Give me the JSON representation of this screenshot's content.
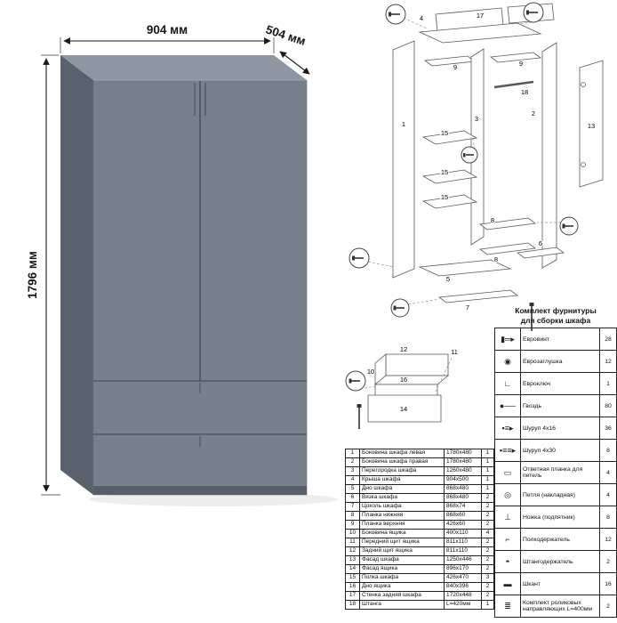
{
  "dimensions": {
    "width": "904 мм",
    "depth": "504 мм",
    "height": "1796 мм"
  },
  "diagram": {
    "labels": [
      "4",
      "17",
      "9",
      "9",
      "18",
      "1",
      "2",
      "3",
      "13",
      "15",
      "15",
      "15",
      "8",
      "8",
      "5",
      "6",
      "7",
      "12",
      "10",
      "16",
      "14",
      "11"
    ]
  },
  "hardware": {
    "title_line1": "Комплект фурнитуры",
    "title_line2": "для сборки шкафа",
    "items": [
      {
        "icon": "confirmat-screw-icon",
        "glyph": "▮═▸",
        "name": "Евровинт",
        "qty": "28"
      },
      {
        "icon": "cap-icon",
        "glyph": "◉",
        "name": "Еврозаглушка",
        "qty": "12"
      },
      {
        "icon": "hex-key-icon",
        "glyph": "∟",
        "name": "Евроключ",
        "qty": "1"
      },
      {
        "icon": "nail-icon",
        "glyph": "●──",
        "name": "Гвоздь",
        "qty": "80"
      },
      {
        "icon": "screw-icon",
        "glyph": "▪≡▸",
        "name": "Шуруп 4x16",
        "qty": "36"
      },
      {
        "icon": "screw-icon",
        "glyph": "▪≡≡▸",
        "name": "Шуруп 4x30",
        "qty": "8"
      },
      {
        "icon": "strike-plate-icon",
        "glyph": "▭",
        "name": "Ответная планка для петель",
        "qty": "4"
      },
      {
        "icon": "hinge-icon",
        "glyph": "◎",
        "name": "Петля (накладная)",
        "qty": "4"
      },
      {
        "icon": "foot-icon",
        "glyph": "⊥",
        "name": "Ножка (подпятник)",
        "qty": "8"
      },
      {
        "icon": "shelf-pin-icon",
        "glyph": "⌐",
        "name": "Полкодержатель",
        "qty": "12"
      },
      {
        "icon": "rod-holder-icon",
        "glyph": "◓",
        "name": "Штангодержатель",
        "qty": "2"
      },
      {
        "icon": "dowel-icon",
        "glyph": "▬",
        "name": "Шкант",
        "qty": "16"
      },
      {
        "icon": "drawer-slides-icon",
        "glyph": "≣",
        "name": "Комплект роликовых направляющих L=400мм",
        "qty": "2"
      }
    ]
  },
  "parts": {
    "rows": [
      {
        "num": "1",
        "name": "Боковина шкафа левая",
        "size": "1780x480",
        "qty": "1"
      },
      {
        "num": "2",
        "name": "Боковина шкафа правая",
        "size": "1780x480",
        "qty": "1"
      },
      {
        "num": "3",
        "name": "Перегородка шкафа",
        "size": "1260x480",
        "qty": "1"
      },
      {
        "num": "4",
        "name": "Крыша шкафа",
        "size": "904x500",
        "qty": "1"
      },
      {
        "num": "5",
        "name": "Дно шкафа",
        "size": "868x480",
        "qty": "1"
      },
      {
        "num": "6",
        "name": "Вязка шкафа",
        "size": "868x480",
        "qty": "2"
      },
      {
        "num": "7",
        "name": "Цоколь шкафа",
        "size": "868x74",
        "qty": "2"
      },
      {
        "num": "8",
        "name": "Планка нижняя",
        "size": "868x60",
        "qty": "2"
      },
      {
        "num": "9",
        "name": "Планка верхняя",
        "size": "426x60",
        "qty": "2"
      },
      {
        "num": "10",
        "name": "Боковина ящика",
        "size": "400x110",
        "qty": "4"
      },
      {
        "num": "11",
        "name": "Передний щит ящика",
        "size": "811x110",
        "qty": "2"
      },
      {
        "num": "12",
        "name": "Задний щит ящика",
        "size": "811x110",
        "qty": "2"
      },
      {
        "num": "13",
        "name": "Фасад шкафа",
        "size": "1250x446",
        "qty": "2"
      },
      {
        "num": "14",
        "name": "Фасад ящика",
        "size": "896x170",
        "qty": "2"
      },
      {
        "num": "15",
        "name": "Полка шкафа",
        "size": "426x470",
        "qty": "3"
      },
      {
        "num": "16",
        "name": "Дно ящика",
        "size": "840x396",
        "qty": "2"
      },
      {
        "num": "17",
        "name": "Стенка задняя шкафа",
        "size": "1720x448",
        "qty": "2"
      },
      {
        "num": "18",
        "name": "Штанга",
        "size": "L=420мм",
        "qty": "1"
      }
    ]
  }
}
